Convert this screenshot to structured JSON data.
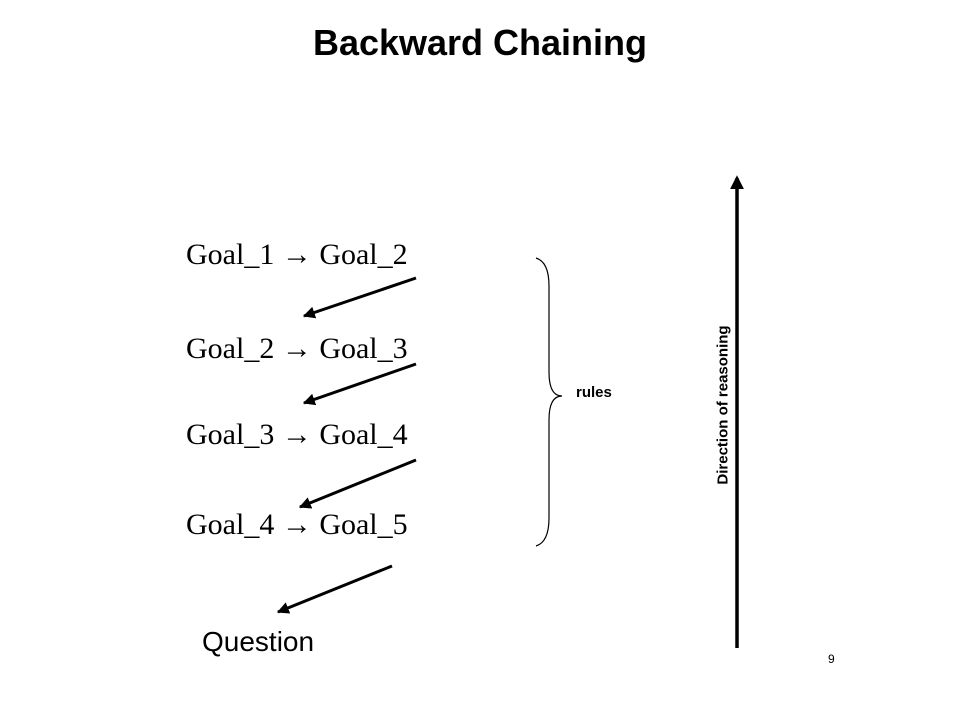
{
  "slide": {
    "title": "Backward Chaining",
    "rules": [
      {
        "text": "Goal_1 → Goal_2"
      },
      {
        "text": "Goal_2 → Goal_3"
      },
      {
        "text": "Goal_3 → Goal_4"
      },
      {
        "text": "Goal_4 → Goal_5"
      }
    ],
    "question": "Question",
    "brace_label": "rules",
    "direction_label": "Direction of reasoning",
    "page_number": "9"
  }
}
